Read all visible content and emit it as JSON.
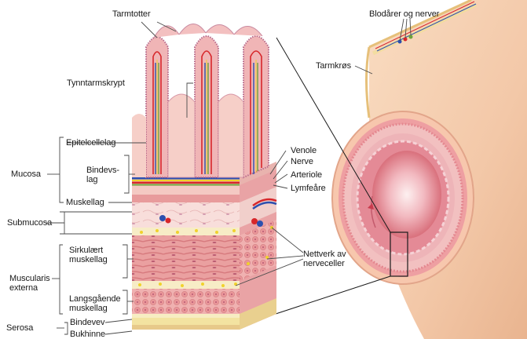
{
  "labels": {
    "tarmtotter": "Tarmtotter",
    "blodarer_og_nerver": "Blodårer og nerver",
    "tarmkros": "Tarmkrøs",
    "tynntarmskrypt": "Tynntarmskrypt",
    "epitelcellelag": "Epitelcellelag",
    "mucosa": "Mucosa",
    "bindevslag": "Bindevs-\nlag",
    "muskellag": "Muskellag",
    "submucosa": "Submucosa",
    "sirkulaert_muskellag": "Sirkulært\nmuskellag",
    "muscularis_externa": "Muscularis\nexterna",
    "langsgaende_muskellag": "Langsgående\nmuskellag",
    "serosa": "Serosa",
    "bindevev": "Bindevev",
    "bukhinne": "Bukhinne",
    "venole": "Venole",
    "nerve": "Nerve",
    "arteriole": "Arteriole",
    "lymfeare": "Lymfeåre",
    "nettverk_av_nerveceller": "Nettverk av\nnerveceller"
  },
  "colors": {
    "villus_pink": "#f0b5b6",
    "mucosa_pink": "#f4c9c3",
    "submucosa_pink": "#f7dcd8",
    "muscle_red": "#e58c8e",
    "serosa_yellow": "#f3e3a1",
    "vein_blue": "#2c4fae",
    "artery_red": "#d7262a",
    "nerve_yellow": "#f0d22c",
    "lymph_green": "#6fa33b",
    "tube_outer": "#f6cfb1",
    "leader_line": "#4a4a4a"
  }
}
